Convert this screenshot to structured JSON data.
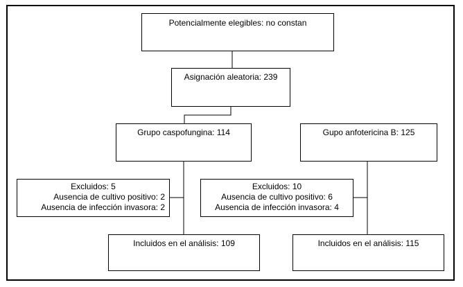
{
  "boxes": {
    "eligible": "Potencialmente elegibles: no constan",
    "randomized": "Asignación aleatoria: 239",
    "caspofungin_group": "Grupo caspofungina:  114",
    "amphotericin_group": "Gupo anfotericina  B: 125",
    "caspofungin_excluded": {
      "title": "Excluidos: 5",
      "lines": [
        "Ausencia de cultivo positivo: 2",
        "Ausencia de infección invasora: 2"
      ]
    },
    "amphotericin_excluded": {
      "title": "Excluidos: 10",
      "lines": [
        "Ausencia de cultivo positivo: 6",
        "Ausencia de infección invasora: 4"
      ]
    },
    "caspofungin_analyzed": "Incluidos en el análisis: 109",
    "amphotericin_analyzed": "Incluidos en el análisis: 115"
  }
}
